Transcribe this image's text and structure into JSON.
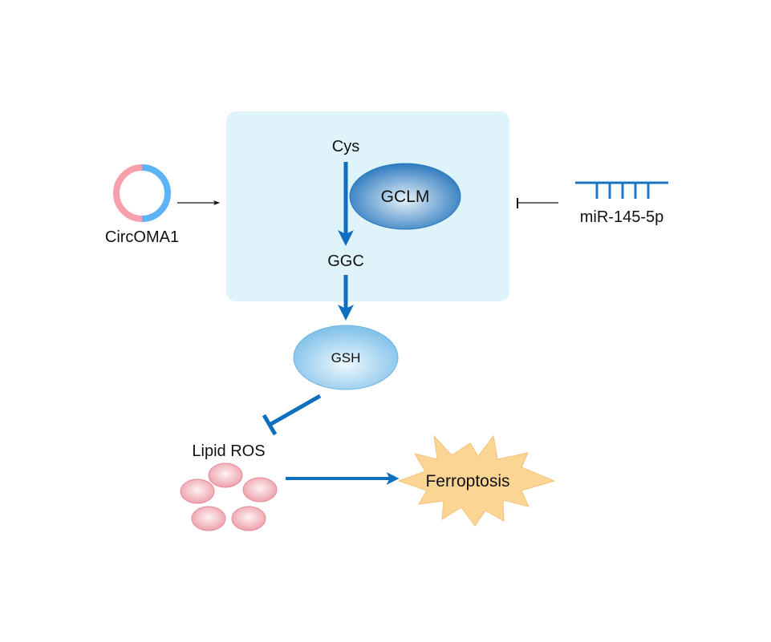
{
  "diagram": {
    "cell_box": {
      "fill": "#dff3fb"
    },
    "nodes": {
      "circoma1": {
        "label": "CircOMA1",
        "colors": {
          "left": "#f7a0ab",
          "right": "#5cb3f5"
        }
      },
      "cys": {
        "label": "Cys"
      },
      "gclm": {
        "label": "GCLM",
        "colors": {
          "center": "#e6f1fa",
          "edge": "#2f7bbf",
          "stroke": "#2878c0"
        }
      },
      "ggc": {
        "label": "GGC"
      },
      "gsh": {
        "label": "GSH",
        "colors": {
          "center": "#eef8fe",
          "edge": "#86c3ea",
          "stroke": "#6bb2e2"
        }
      },
      "mirna": {
        "label": "miR-145-5p",
        "color": "#1a74c2"
      },
      "lipid_ros": {
        "label": "Lipid ROS",
        "colors": {
          "center": "#fdeef0",
          "edge": "#ec9aa5",
          "stroke": "#e58a97"
        }
      },
      "ferroptosis": {
        "label": "Ferroptosis",
        "colors": {
          "fill": "#fbd594",
          "stroke": "#f3c27a"
        }
      }
    },
    "edges": [
      {
        "from": "circoma1",
        "to": "cell_box",
        "type": "activation",
        "color": "#111111"
      },
      {
        "from": "mirna",
        "to": "cell_box",
        "type": "inhibition",
        "color": "#111111"
      },
      {
        "from": "cys",
        "to": "ggc",
        "type": "activation",
        "color": "#0f6fbf",
        "mediator": "gclm"
      },
      {
        "from": "ggc",
        "to": "gsh",
        "type": "activation",
        "color": "#0f6fbf"
      },
      {
        "from": "gsh",
        "to": "lipid_ros",
        "type": "inhibition",
        "color": "#0f6fbf"
      },
      {
        "from": "lipid_ros",
        "to": "ferroptosis",
        "type": "activation",
        "color": "#0f6fbf"
      }
    ]
  }
}
